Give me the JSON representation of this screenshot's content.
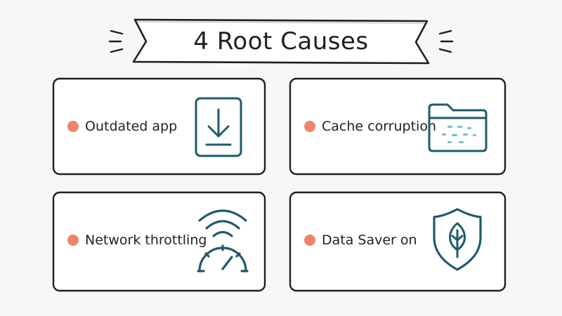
{
  "banner": {
    "title": "4 Root Causes"
  },
  "causes": [
    {
      "label": "Outdated app",
      "icon": "download-icon"
    },
    {
      "label": "Cache corruption",
      "icon": "folder-icon"
    },
    {
      "label": "Network throttling",
      "icon": "wifi-speedometer-icon"
    },
    {
      "label": "Data Saver on",
      "icon": "shield-leaf-icon"
    }
  ],
  "colors": {
    "accent_dot": "#ee8566",
    "icon_stroke": "#1f5a6b",
    "outline": "#1f1f1f",
    "background": "#f7f7f6"
  }
}
